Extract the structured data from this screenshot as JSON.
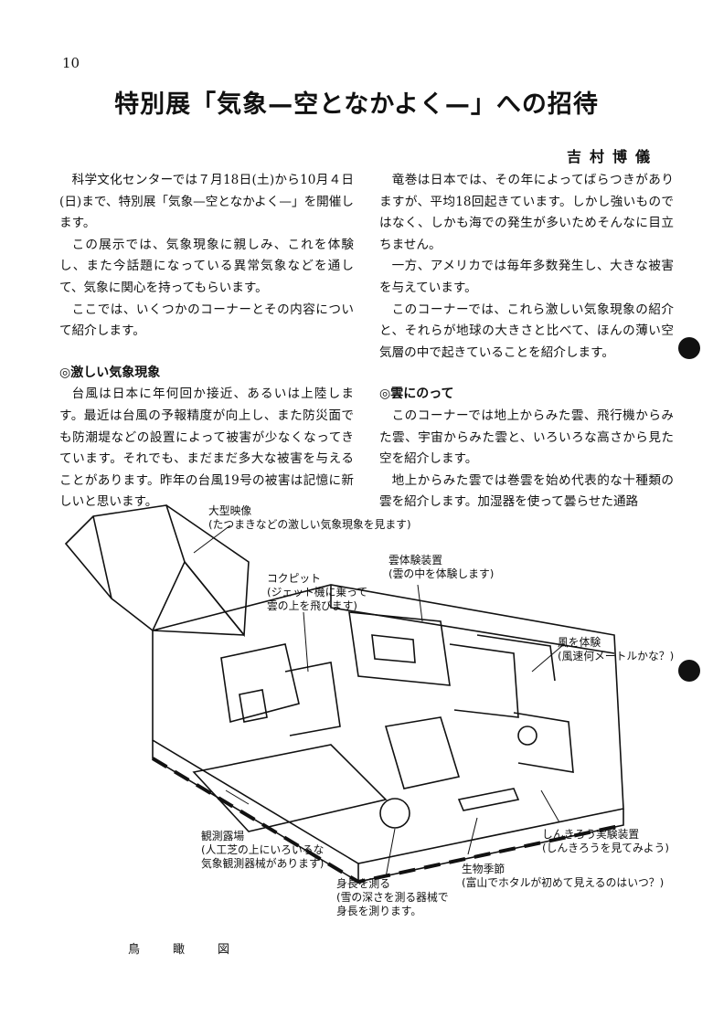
{
  "page_number": "10",
  "title": "特別展「気象—空となかよく—」への招待",
  "author": "吉村博儀",
  "left_column": {
    "intro": [
      "科学文化センターでは７月18日(土)から10月４日(日)まで、特別展「気象—空となかよく—」を開催します。",
      "この展示では、気象現象に親しみ、これを体験し、また今話題になっている異常気象などを通して、気象に関心を持ってもらいます。",
      "ここでは、いくつかのコーナーとその内容について紹介します。"
    ],
    "section1_heading": "◎激しい気象現象",
    "section1": [
      "台風は日本に年何回か接近、あるいは上陸します。最近は台風の予報精度が向上し、また防災面でも防潮堤などの設置によって被害が少なくなってきています。それでも、まだまだ多大な被害を与えることがあります。昨年の台風19号の被害は記憶に新しいと思います。"
    ]
  },
  "right_column": {
    "section1_cont": [
      "竜巻は日本では、その年によってばらつきがありますが、平均18回起きています。しかし強いものではなく、しかも海での発生が多いためそんなに目立ちません。",
      "一方、アメリカでは毎年多数発生し、大きな被害を与えています。",
      "このコーナーでは、これら激しい気象現象の紹介と、それらが地球の大きさと比べて、ほんの薄い空気層の中で起きていることを紹介します。"
    ],
    "section2_heading": "◎雲にのって",
    "section2": [
      "このコーナーでは地上からみた雲、飛行機からみた雲、宇宙からみた雲と、いろいろな高さから見た空を紹介します。",
      "地上からみた雲では巻雲を始め代表的な十種類の雲を紹介します。加湿器を使って曇らせた通路"
    ]
  },
  "diagram": {
    "caption": "鳥瞰図",
    "labels": {
      "big_screen": [
        "大型映像",
        "(たつまきなどの激しい気象現象を見ます)"
      ],
      "cloud_experience": [
        "雲体験装置",
        "(雲の中を体験します)"
      ],
      "cockpit": [
        "コクピット",
        "(ジェット機に乗って",
        "雲の上を飛びます)"
      ],
      "wind_experience": [
        "風を体験",
        "(風速何メートルかな？)"
      ],
      "observation_field": [
        "観測露場",
        "(人工芝の上にいろいろな",
        "気象観測器械があります)"
      ],
      "mirage_device": [
        "しんきろう実験装置",
        "(しんきろうを見てみよう)"
      ],
      "seasons": [
        "生物季節",
        "(富山でホタルが初めて見えるのはいつ？)"
      ],
      "height_measure": [
        "身長を測る",
        "(雪の深さを測る器械で",
        "身長を測ります。"
      ]
    }
  }
}
